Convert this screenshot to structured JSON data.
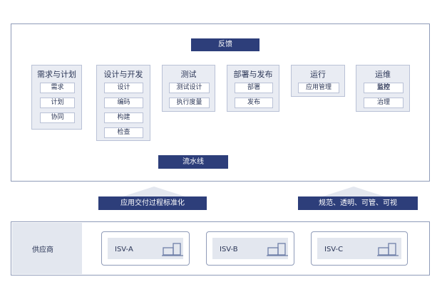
{
  "feedback": "反馈",
  "pipeline": "流水线",
  "stages": [
    {
      "title": "需求与计划",
      "items": [
        "需求",
        "计划",
        "协同"
      ]
    },
    {
      "title": "设计与开发",
      "items": [
        "设计",
        "编码",
        "构建",
        "检查"
      ]
    },
    {
      "title": "测试",
      "items": [
        "测试设计",
        "执行度量"
      ]
    },
    {
      "title": "部署与发布",
      "items": [
        "部署",
        "发布"
      ]
    },
    {
      "title": "运行",
      "items": [
        "应用管理"
      ]
    },
    {
      "title": "运维",
      "items": [
        "监控",
        "治理"
      ]
    }
  ],
  "bottom_left_banner": "应用交付过程标准化",
  "bottom_right_banner": "规范、透明、可管、可视",
  "vendor_label": "供应商",
  "vendors": [
    "ISV-A",
    "ISV-B",
    "ISV-C"
  ],
  "colors": {
    "navy": "#2d3e7a",
    "stage_bg": "#e9ecf3",
    "border": "#8f9bb8"
  }
}
